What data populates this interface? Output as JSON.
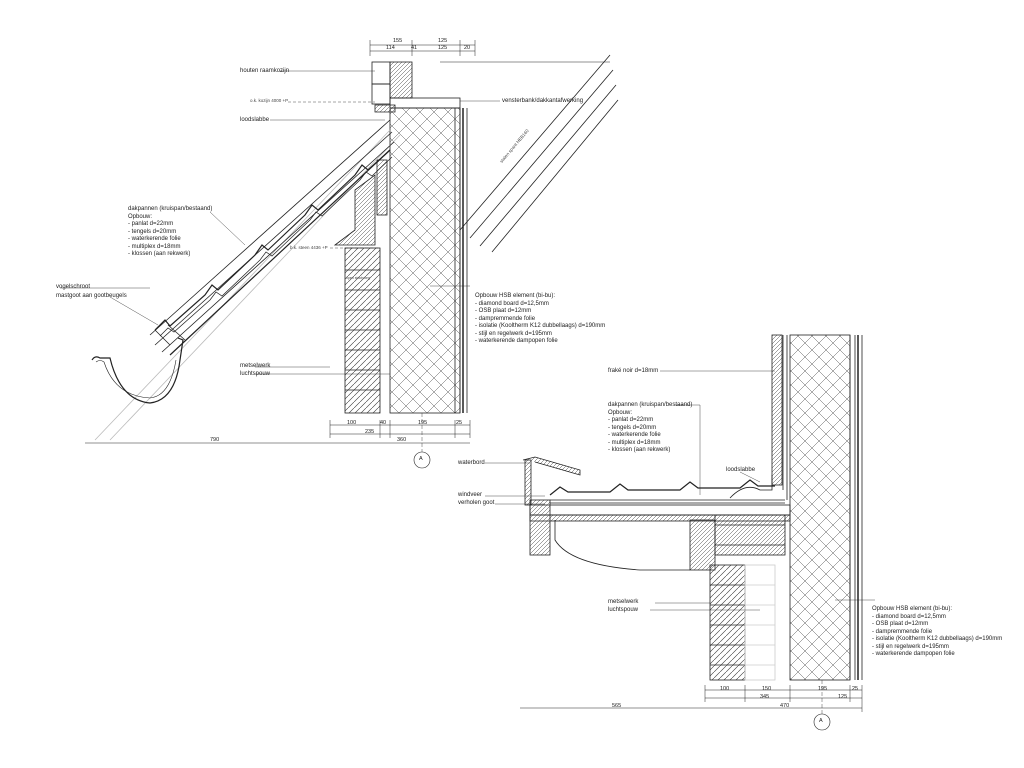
{
  "left_detail": {
    "labels": {
      "raamkozijn": "houten raamkozijn",
      "kozijn_level": "o.k. kozijn 4000 +P",
      "vensterbank": "vensterbank/dakkantafwerking",
      "loodslabbe": "loodslabbe",
      "stalen_spant": "stalen spant HEB160",
      "steen_level": "b.k. steen 4436 +P",
      "open_stootvoeg": "open stootvoeg",
      "vogelschroot": "vogelschroot",
      "mastgoot": "mastgoot aan gootbeugels",
      "metselwerk": "metselwerk",
      "luchtspouw": "luchtspouw"
    },
    "dakpannen": {
      "title": "dakpannen (kruispan/bestaand)",
      "items": [
        "Opbouw:",
        "- panlat d=22mm",
        "- tengels d=20mm",
        "- waterkerende folie",
        "- multiplex d=18mm",
        "- klossen (aan rekwerk)"
      ]
    },
    "hsb": {
      "title": "Opbouw HSB element (bi-bu):",
      "items": [
        "- diamond board d=12,5mm",
        "- OSB plaat d=12mm",
        "- dampremmende folie",
        "- isolatie (Kooltherm K12 dubbellaags) d=190mm",
        "- stijl en regelwerk d=195mm",
        "- waterkerende dampopen folie"
      ]
    },
    "dims_top": [
      "155",
      "125",
      "114",
      "41",
      "125",
      "20"
    ],
    "dims_bottom": [
      "100",
      "40",
      "195",
      "25",
      "235",
      "360",
      "790"
    ],
    "axis": "A"
  },
  "right_detail": {
    "labels": {
      "fraké": "fraké noir d=18mm",
      "loodslabbe": "loodslabbe",
      "waterbord": "waterbord",
      "windveer": "windveer",
      "verholen_goot": "verholen goot",
      "metselwerk": "metselwerk",
      "luchtspouw": "luchtspouw"
    },
    "dakpannen": {
      "title": "dakpannen (kruispan/bestaand)",
      "items": [
        "Opbouw:",
        "- panlat d=22mm",
        "- tengels d=20mm",
        "- waterkerende folie",
        "- multiplex d=18mm",
        "- klossen (aan rekwerk)"
      ]
    },
    "hsb": {
      "title": "Opbouw HSB element (bi-bu):",
      "items": [
        "- diamond board d=12,5mm",
        "- OSB plaat d=12mm",
        "- dampremmende folie",
        "- isolatie (Kooltherm K12 dubbellaags) d=190mm",
        "- stijl en regelwerk d=195mm",
        "- waterkerende dampopen folie"
      ]
    },
    "dims_bottom": [
      "100",
      "150",
      "195",
      "25",
      "345",
      "125",
      "565",
      "470"
    ],
    "axis": "A"
  }
}
